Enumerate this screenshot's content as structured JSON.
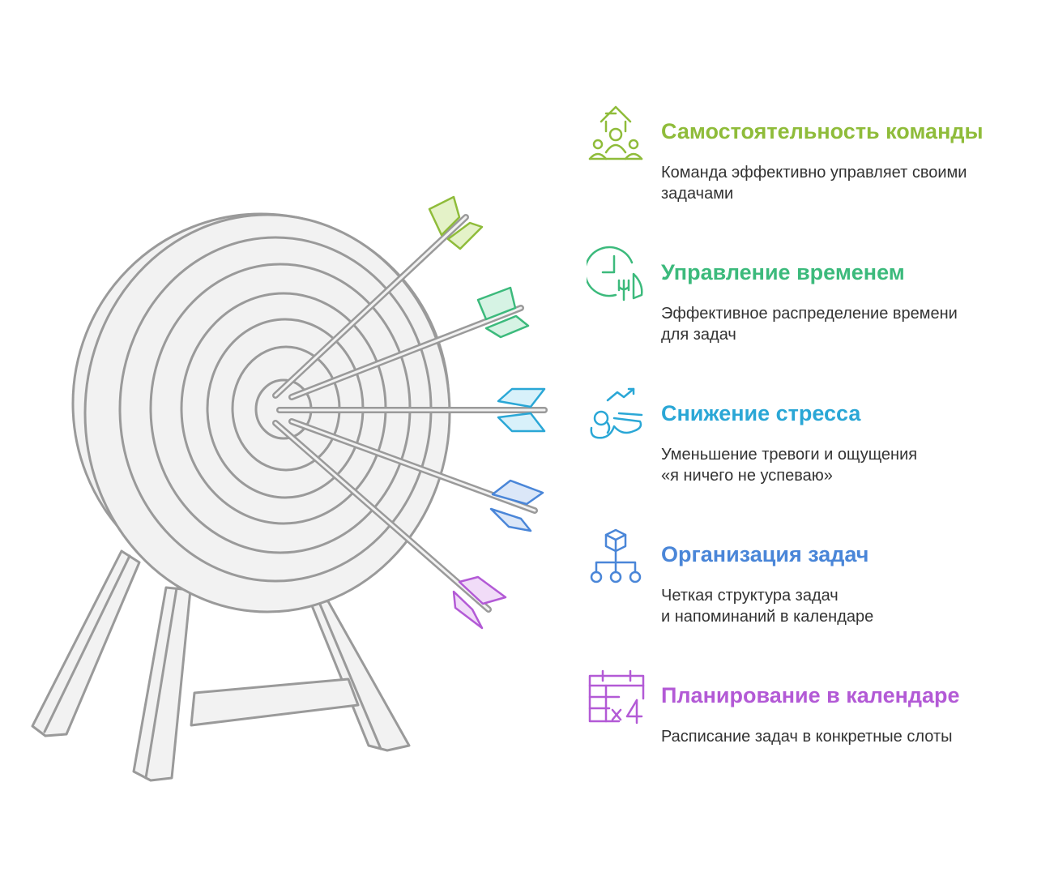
{
  "colors": {
    "target_stroke": "#9a9a9a",
    "target_fill": "#f2f2f2",
    "green_lime": "#8fbc3a",
    "green": "#3cba7c",
    "cyan": "#2aa7d6",
    "blue": "#4a86d8",
    "purple": "#b35ad6"
  },
  "items": [
    {
      "title": "Самостоятельность команды",
      "desc_lines": [
        "Команда эффективно управляет своими",
        "задачами"
      ],
      "icon": "team-growth-icon",
      "color": "#8fbc3a"
    },
    {
      "title": "Управление временем",
      "desc_lines": [
        "Эффективное распределение времени",
        "для задач"
      ],
      "icon": "time-management-icon",
      "color": "#3cba7c"
    },
    {
      "title": "Снижение стресса",
      "desc_lines": [
        "Уменьшение тревоги и ощущения",
        "«я ничего не успеваю»"
      ],
      "icon": "relaxation-icon",
      "color": "#2aa7d6"
    },
    {
      "title": "Организация задач",
      "desc_lines": [
        "Четкая структура задач",
        "и напоминаний в календаре"
      ],
      "icon": "hierarchy-icon",
      "color": "#4a86d8"
    },
    {
      "title": "Планирование в календаре",
      "desc_lines": [
        "Расписание задач в конкретные слоты"
      ],
      "icon": "calendar-icon",
      "color": "#b35ad6"
    }
  ]
}
